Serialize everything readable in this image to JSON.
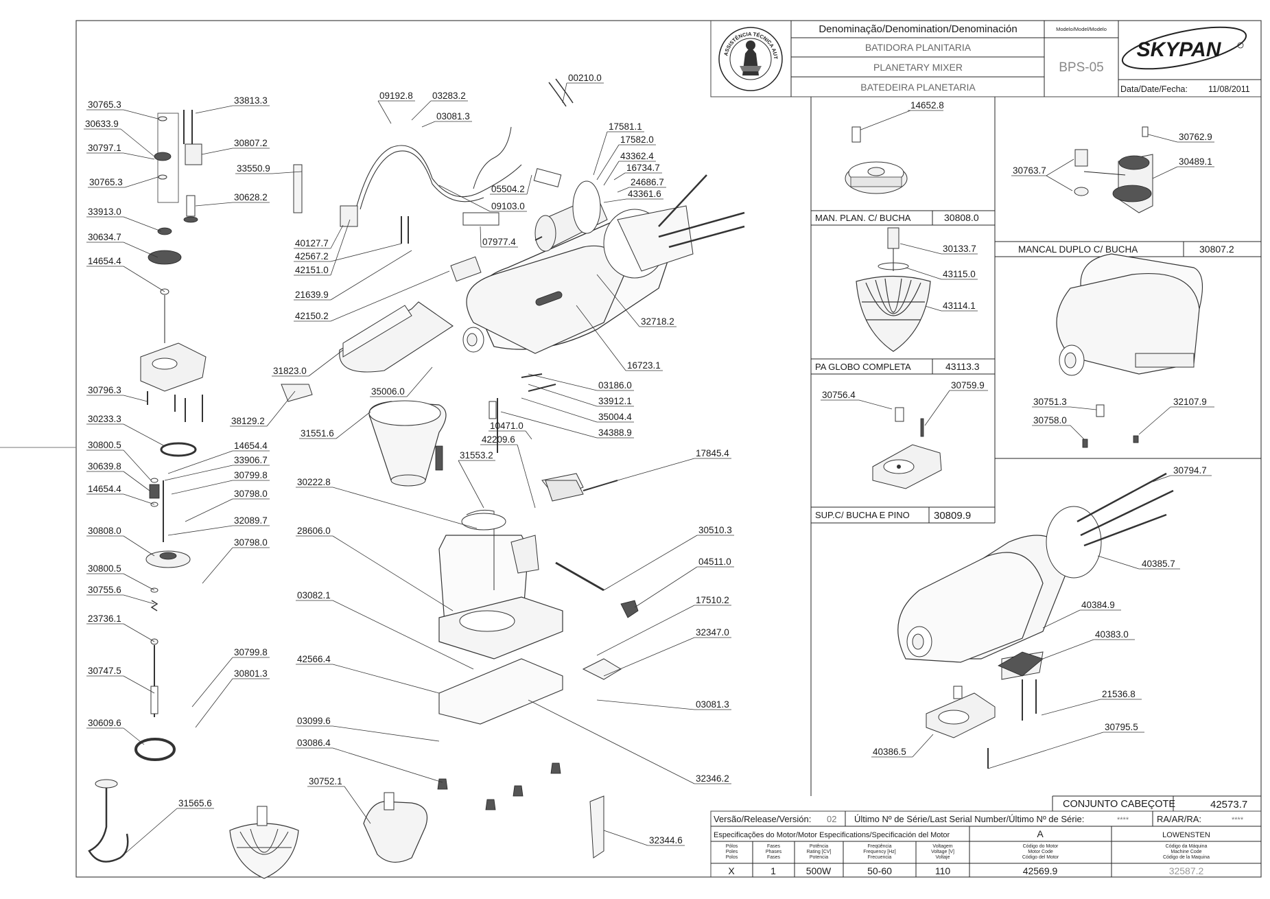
{
  "header": {
    "denomination_label": "Denominação/Denomination/Denominación",
    "model_label": "Modelo/Model/Modelo",
    "name_es": "BATIDORA PLANITARIA",
    "name_en": "PLANETARY MIXER",
    "name_pt": "BATEDEIRA PLANETARIA",
    "model": "BPS-05",
    "brand": "SKYPAN",
    "date_label": "Data/Date/Fecha:",
    "date": "11/08/2011",
    "seal_text": "ASSISTÊNCIA TÉCNICA AUTORIZADA"
  },
  "part_labels": {
    "p00210": "00210.0",
    "p09192": "09192.8",
    "p03283": "03283.2",
    "p03081a": "03081.3",
    "p17581": "17581.1",
    "p17582": "17582.0",
    "p43362": "43362.4",
    "p16734": "16734.7",
    "p24686": "24686.7",
    "p43361": "43361.6",
    "p05504": "05504.2",
    "p09103": "09103.0",
    "p07977": "07977.4",
    "p40127": "40127.7",
    "p42567": "42567.2",
    "p42151": "42151.0",
    "p21639": "21639.9",
    "p42150": "42150.2",
    "p32718": "32718.2",
    "p16723": "16723.1",
    "p31823": "31823.0",
    "p35006": "35006.0",
    "p03186": "03186.0",
    "p33912": "33912.1",
    "p35004": "35004.4",
    "p34388": "34388.9",
    "p38129": "38129.2",
    "p10471": "10471.0",
    "p42209": "42209.6",
    "p31551": "31551.6",
    "p31553": "31553.2",
    "p17845": "17845.4",
    "p30222": "30222.8",
    "p28606": "28606.0",
    "p30510": "30510.3",
    "p04511": "04511.0",
    "p03082": "03082.1",
    "p17510": "17510.2",
    "p32347": "32347.0",
    "p42566": "42566.4",
    "p03081b": "03081.3",
    "p03099": "03099.6",
    "p03086": "03086.4",
    "p30752": "30752.1",
    "p32346": "32346.2",
    "p31565": "31565.6",
    "p32344": "32344.6",
    "p30765a": "30765.3",
    "p30633": "30633.9",
    "p30797": "30797.1",
    "p30765b": "30765.3",
    "p33813": "33813.3",
    "p30807": "30807.2",
    "p33550": "33550.9",
    "p30628": "30628.2",
    "p33913": "33913.0",
    "p30634": "30634.7",
    "p14654a": "14654.4",
    "p30796": "30796.3",
    "p30233": "30233.3",
    "p30800a": "30800.5",
    "p30639": "30639.8",
    "p14654b": "14654.4",
    "p14654c": "14654.4",
    "p33906": "33906.7",
    "p30799a": "30799.8",
    "p30798a": "30798.0",
    "p32089": "32089.7",
    "p30808": "30808.0",
    "p30798b": "30798.0",
    "p30800b": "30800.5",
    "p30755": "30755.6",
    "p23736": "23736.1",
    "p30747": "30747.5",
    "p30799b": "30799.8",
    "p30801": "30801.3",
    "p30609": "30609.6"
  },
  "panels": {
    "man_plan": {
      "part": "14652.8",
      "title": "MAN. PLAN. C/ BUCHA",
      "code": "30808.0"
    },
    "mancal": {
      "p1": "30762.9",
      "p2": "30763.7",
      "p3": "30489.1",
      "title": "MANCAL DUPLO C/ BUCHA",
      "code": "30807.2"
    },
    "pa_globo": {
      "p1": "30133.7",
      "p2": "43115.0",
      "p3": "43114.1",
      "title": "PA GLOBO COMPLETA",
      "code": "43113.3"
    },
    "cover": {
      "p1": "30751.3",
      "p2": "30758.0",
      "p3": "32107.9"
    },
    "sup": {
      "p1": "30756.4",
      "p2": "30759.9",
      "title": "SUP.C/ BUCHA E PINO",
      "code": "30809.9"
    },
    "cabecote": {
      "p1": "30794.7",
      "p2": "40385.7",
      "p3": "40384.9",
      "p4": "40383.0",
      "p5": "21536.8",
      "p6": "30795.5",
      "p7": "40386.5",
      "title": "CONJUNTO CABEÇOTE",
      "code": "42573.7"
    }
  },
  "footer": {
    "version_label": "Versão/Release/Versión:",
    "version": "02",
    "serial_label": "Último Nº de Série/Last Serial Number/Último Nº de Série:",
    "serial": "****",
    "ra_label": "RA/AR/RA:",
    "ra": "****",
    "motor_spec_label": "Especificações do Motor/Motor Especifications/Specificación del Motor",
    "motor_letter": "A",
    "manufacturer": "LOWENSTEN",
    "col_poles": "Pólos\nPoles\nPolos",
    "col_phases": "Fases\nPhases\nFases",
    "col_power": "Potência\nRating [CV]\nPotencia",
    "col_freq": "Freqüência\nFrequency [Hz]\nFrecuencia",
    "col_volt": "Voltagem\nVoltage [V]\nVoltaje",
    "col_motor_code": "Código do Motor\nMotor Code\nCódigo del Motor",
    "col_machine_code": "Código da Máquina\nMachine Code\nCódigo de la Maquina",
    "poles": "X",
    "phases": "1",
    "power": "500W",
    "freq": "50-60",
    "volt": "110",
    "motor_code": "42569.9",
    "machine_code": "32587.2"
  }
}
